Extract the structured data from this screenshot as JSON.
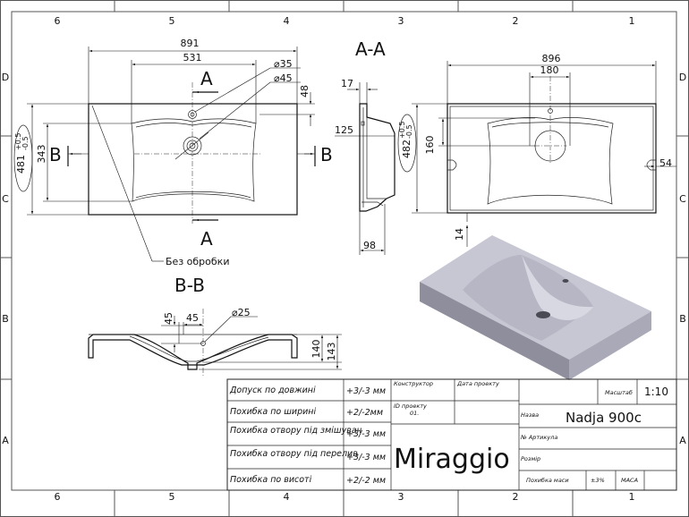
{
  "sheet": {
    "columns": [
      "6",
      "5",
      "4",
      "3",
      "2",
      "1"
    ],
    "rows": [
      "D",
      "C",
      "B",
      "A"
    ]
  },
  "labels": {
    "section_aa": "A-A",
    "section_bb": "B-B",
    "cut_a": "A",
    "cut_b": "B",
    "no_finish": "Без обробки"
  },
  "dimensions": {
    "plan_width": "891",
    "basin_width": "531",
    "hole_35": "⌀35",
    "hole_45": "⌀45",
    "offset_48": "48",
    "depth_343": "343",
    "depth_481": "481",
    "tol_481_up": "+0.5",
    "tol_481_down": "-0.5",
    "side_17": "17",
    "side_125": "125",
    "side_98": "98",
    "depth_482": "482",
    "tol_482_up": "+0.5",
    "tol_482_down": "-0.5",
    "bottom_width": "896",
    "bottom_180": "180",
    "bottom_160": "160",
    "bottom_54": "54",
    "bottom_14": "14",
    "bb_45_vert": "45",
    "bb_45_horiz": "45",
    "bb_hole_25": "⌀25",
    "bb_140": "140",
    "bb_143": "143"
  },
  "title_block": {
    "rows": [
      {
        "label": "Допуск по довжині",
        "value": "+3/-3 мм"
      },
      {
        "label": "Похибка по ширині",
        "value": "+2/-2мм"
      },
      {
        "label": "Похибка отвору під змішувач",
        "value": "+3/-3 мм"
      },
      {
        "label": "Похибка отвору під перелив",
        "value": "+3/-3 мм"
      },
      {
        "label": "Похибка по висоті",
        "value": "+2/-2 мм"
      }
    ],
    "designer_label": "Конструктор",
    "design_date_label": "Дата проекту",
    "project_id_label": "ID проекту",
    "project_id_value": "01.",
    "scale_label": "Масштаб",
    "scale_value": "1:10",
    "name_label": "Назва",
    "name_value": "Nadja 900c",
    "article_label": "№ Артикула",
    "size_label": "Розмір",
    "mass_label": "Похибка маси",
    "mass_tolerance": "±3%",
    "mass_value": "MACA",
    "brand": "Miraggio"
  },
  "colors": {
    "line": "#111111",
    "render_top": "#c7c7d4",
    "render_front": "#8e8e9c",
    "render_side": "#a9a9b7",
    "render_basin": "#b6b6c4"
  }
}
